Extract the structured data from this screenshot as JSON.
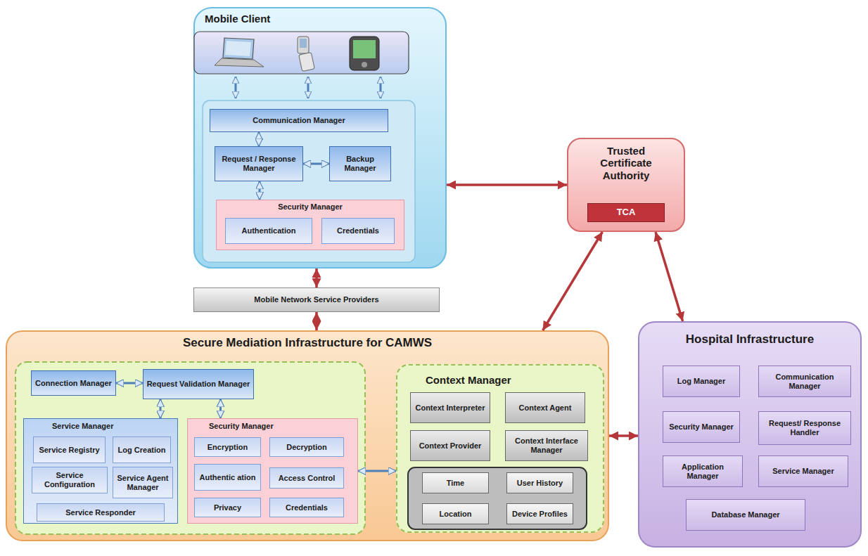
{
  "diagram": {
    "nodes": [
      {
        "text": [
          "Mobile Client"
        ]
      },
      {
        "text": [
          "Communication Manager"
        ],
        "in": 0
      },
      {
        "text": [
          "Request / Response Manager"
        ],
        "in": 0
      },
      {
        "text": [
          "Backup Manager"
        ],
        "in": 0
      },
      {
        "text": [
          "Security Manager"
        ],
        "in": 0
      },
      {
        "text": [
          "Authentication"
        ],
        "in": 4
      },
      {
        "text": [
          "Credentials"
        ],
        "in": 4
      },
      {
        "text": [
          "Trusted Certificate Authority"
        ]
      },
      {
        "text": [
          "TCA"
        ],
        "in": 7
      },
      {
        "text": [
          "Mobile Network Service Providers"
        ]
      },
      {
        "text": [
          "Secure Mediation Infrastructure for CAMWS"
        ]
      },
      {
        "text": [
          "Connection Manager"
        ],
        "in": 10
      },
      {
        "text": [
          "Request Validation Manager"
        ],
        "in": 10
      },
      {
        "text": [
          "Service Manager"
        ],
        "in": 10
      },
      {
        "text": [
          "Service Registry"
        ],
        "in": 13
      },
      {
        "text": [
          "Log Creation"
        ],
        "in": 13
      },
      {
        "text": [
          "Service Configuration"
        ],
        "in": 13
      },
      {
        "text": [
          "Service Agent Manager"
        ],
        "in": 13
      },
      {
        "text": [
          "Service Responder"
        ],
        "in": 13
      },
      {
        "text": [
          "Security Manager"
        ],
        "in": 10
      },
      {
        "text": [
          "Encryption"
        ],
        "in": 19
      },
      {
        "text": [
          "Decryption"
        ],
        "in": 19
      },
      {
        "text": [
          "Authentic ation"
        ],
        "in": 19
      },
      {
        "text": [
          "Access Control"
        ],
        "in": 19
      },
      {
        "text": [
          "Privacy"
        ],
        "in": 19
      },
      {
        "text": [
          "Credentials"
        ],
        "in": 19
      },
      {
        "text": [
          "Context Manager"
        ],
        "in": 10
      },
      {
        "text": [
          "Context Interpreter"
        ],
        "in": 26
      },
      {
        "text": [
          "Context Agent"
        ],
        "in": 26
      },
      {
        "text": [
          "Context Provider"
        ],
        "in": 26
      },
      {
        "text": [
          "Context Interface Manager"
        ],
        "in": 26
      },
      {
        "text": [
          "Time"
        ],
        "in": 26
      },
      {
        "text": [
          "User History"
        ],
        "in": 26
      },
      {
        "text": [
          "Location"
        ],
        "in": 26
      },
      {
        "text": [
          "Device Profiles"
        ],
        "in": 26
      },
      {
        "text": [
          "Hospital Infrastructure"
        ]
      },
      {
        "text": [
          "Log Manager"
        ],
        "in": 35
      },
      {
        "text": [
          "Communication Manager"
        ],
        "in": 35
      },
      {
        "text": [
          "Security Manager"
        ],
        "in": 35
      },
      {
        "text": [
          "Request/ Response Handler"
        ],
        "in": 35
      },
      {
        "text": [
          "Application Manager"
        ],
        "in": 35
      },
      {
        "text": [
          "Service Manager"
        ],
        "in": 35
      },
      {
        "text": [
          "Database Manager"
        ],
        "in": 35
      }
    ],
    "edges": [
      {
        "from": 1,
        "to": 2,
        "arrow": "both"
      },
      {
        "from": 2,
        "to": 3,
        "arrow": "both"
      },
      {
        "from": 2,
        "to": 4,
        "arrow": "both"
      },
      {
        "from": 0,
        "to": 7,
        "arrow": "both"
      },
      {
        "from": 0,
        "to": 9,
        "arrow": "both"
      },
      {
        "from": 9,
        "to": 10,
        "arrow": "both"
      },
      {
        "from": 7,
        "to": 10,
        "arrow": "both"
      },
      {
        "from": 7,
        "to": 35,
        "arrow": "both"
      },
      {
        "from": 10,
        "to": 35,
        "arrow": "both"
      },
      {
        "from": 11,
        "to": 12,
        "arrow": "both"
      },
      {
        "from": 12,
        "to": 13,
        "arrow": "both"
      },
      {
        "from": 12,
        "to": 19,
        "arrow": "both"
      },
      {
        "from": 19,
        "to": 26,
        "arrow": "both"
      }
    ]
  }
}
